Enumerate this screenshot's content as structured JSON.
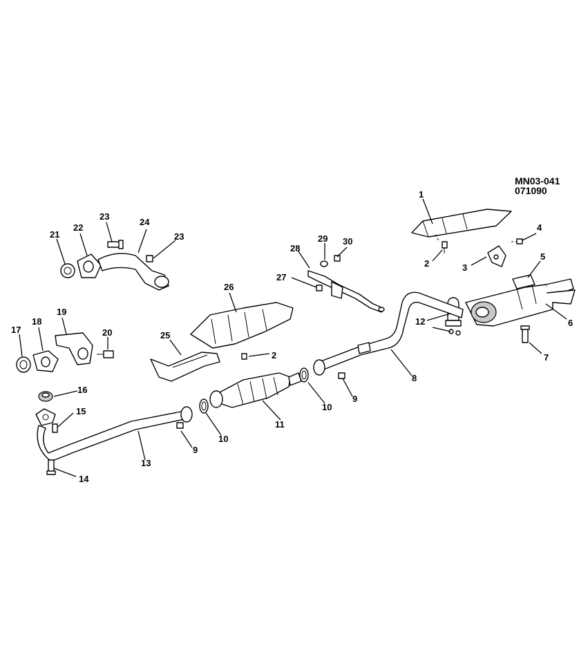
{
  "drawing_code": "MN03-041",
  "drawing_date": "071090",
  "callouts": [
    "1",
    "2",
    "2",
    "3",
    "4",
    "5",
    "6",
    "7",
    "8",
    "9",
    "9",
    "10",
    "10",
    "11",
    "12",
    "13",
    "14",
    "15",
    "16",
    "17",
    "18",
    "19",
    "20",
    "21",
    "22",
    "23",
    "23",
    "24",
    "25",
    "26",
    "27",
    "28",
    "29",
    "30"
  ]
}
